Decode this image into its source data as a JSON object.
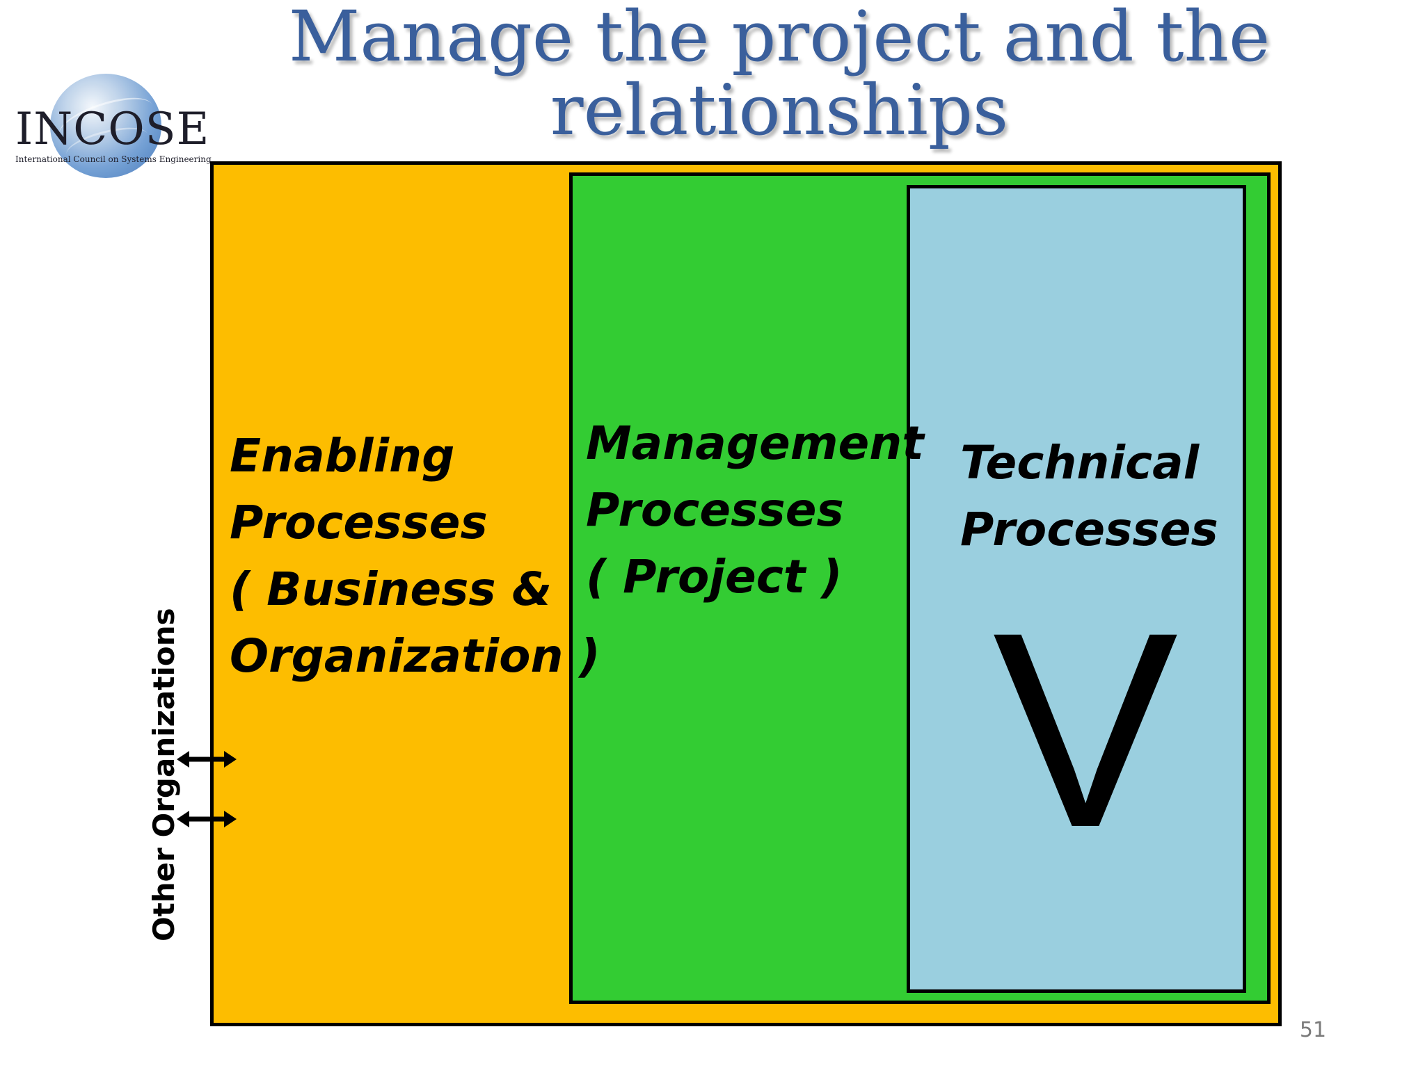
{
  "slide": {
    "title": "Manage the project and the relationships",
    "page_number": "51"
  },
  "logo": {
    "wordmark": "INCOSE",
    "subtitle": "International Council on Systems Engineering"
  },
  "diagram": {
    "outer_box": {
      "label_lines": [
        "Enabling",
        "Processes",
        "( Business &",
        "Organization )"
      ],
      "color": "#fdbd00"
    },
    "middle_box": {
      "label_lines": [
        "Management",
        "Processes",
        "( Project )"
      ],
      "color": "#33cc33"
    },
    "inner_box": {
      "label_lines": [
        "Technical",
        "Processes"
      ],
      "symbol": "V",
      "color": "#9acfdf"
    },
    "side_label": "Other Organizations",
    "arrows": [
      "bidirectional",
      "bidirectional"
    ]
  },
  "colors": {
    "title": "#3a5f9c",
    "page_number": "#7a7a7a"
  }
}
